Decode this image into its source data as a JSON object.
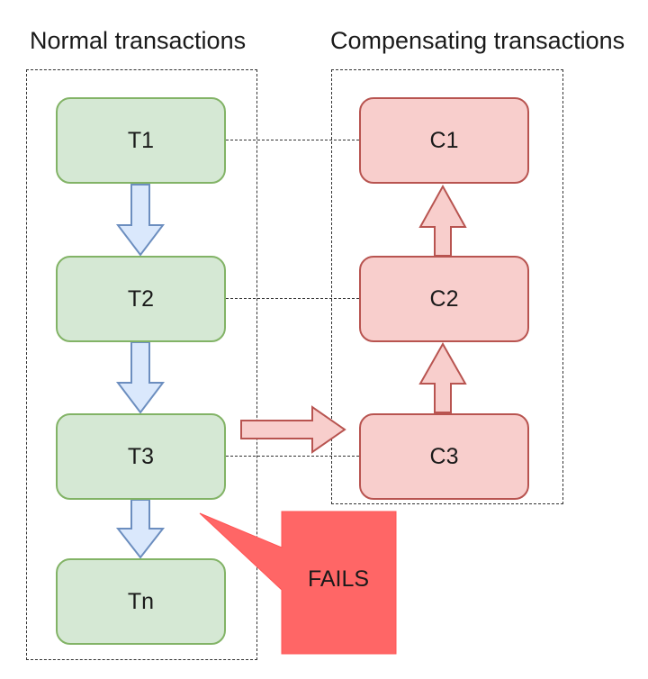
{
  "headings": {
    "normal": "Normal transactions",
    "compensating": "Compensating transactions"
  },
  "normal_transactions": [
    "T1",
    "T2",
    "T3",
    "Tn"
  ],
  "compensating_transactions": [
    "C1",
    "C2",
    "C3"
  ],
  "failure_callout": "FAILS",
  "colors": {
    "normal_fill": "#d5e8d4",
    "normal_stroke": "#82b366",
    "normal_arrow_fill": "#dae8fc",
    "normal_arrow_stroke": "#6c8ebf",
    "compensating_fill": "#f8cecc",
    "compensating_stroke": "#b85450",
    "failure_fill": "#ff6666"
  }
}
